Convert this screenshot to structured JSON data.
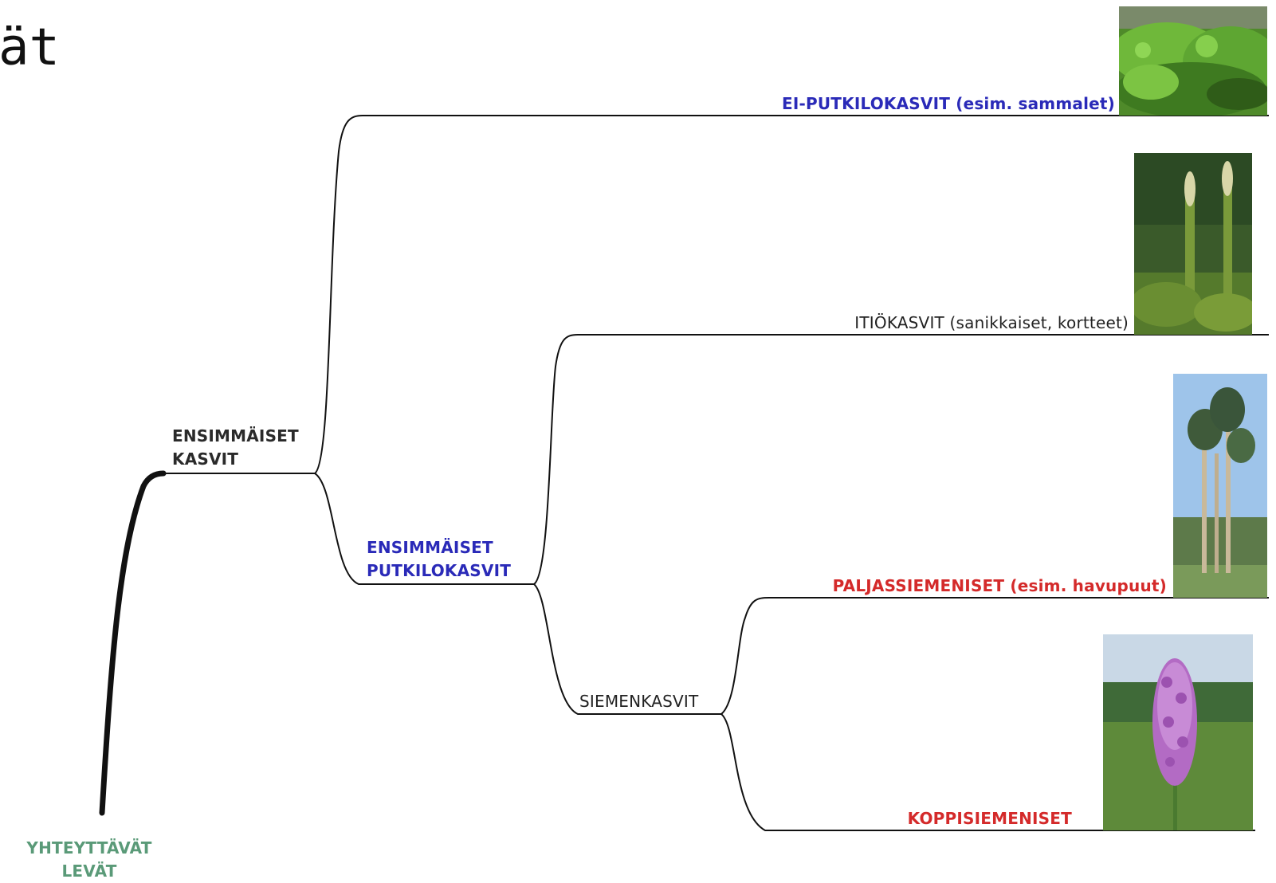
{
  "title_fragment": "ät",
  "nodes": {
    "root": {
      "line1": "YHTEYTTÄVÄT",
      "line2": "LEVÄT"
    },
    "first_plants": {
      "line1": "ENSIMMÄISET",
      "line2": "KASVIT"
    },
    "first_vascular": {
      "line1": "ENSIMMÄISET",
      "line2": "PUTKILOKASVIT"
    },
    "seed_plants": {
      "label": "SIEMENKASVIT"
    }
  },
  "leaves": {
    "non_vascular": {
      "label": "EI-PUTKILOKASVIT (esim. sammalet)",
      "photo": "moss-photo"
    },
    "spore_plants": {
      "label": "ITIÖKASVIT (sanikkaiset, kortteet)",
      "photo": "clubmoss-photo"
    },
    "gymnosperms": {
      "label": "PALJASSIEMENISET (esim. havupuut)",
      "photo": "pine-trees-photo"
    },
    "angiosperms": {
      "label": "KOPPISIEMENISET",
      "photo": "orchid-photo"
    }
  },
  "colors": {
    "dark": "#2a2a2a",
    "blue": "#2a2ab8",
    "red": "#d42a2a",
    "green": "#5a9a78",
    "branch": "#111111"
  }
}
